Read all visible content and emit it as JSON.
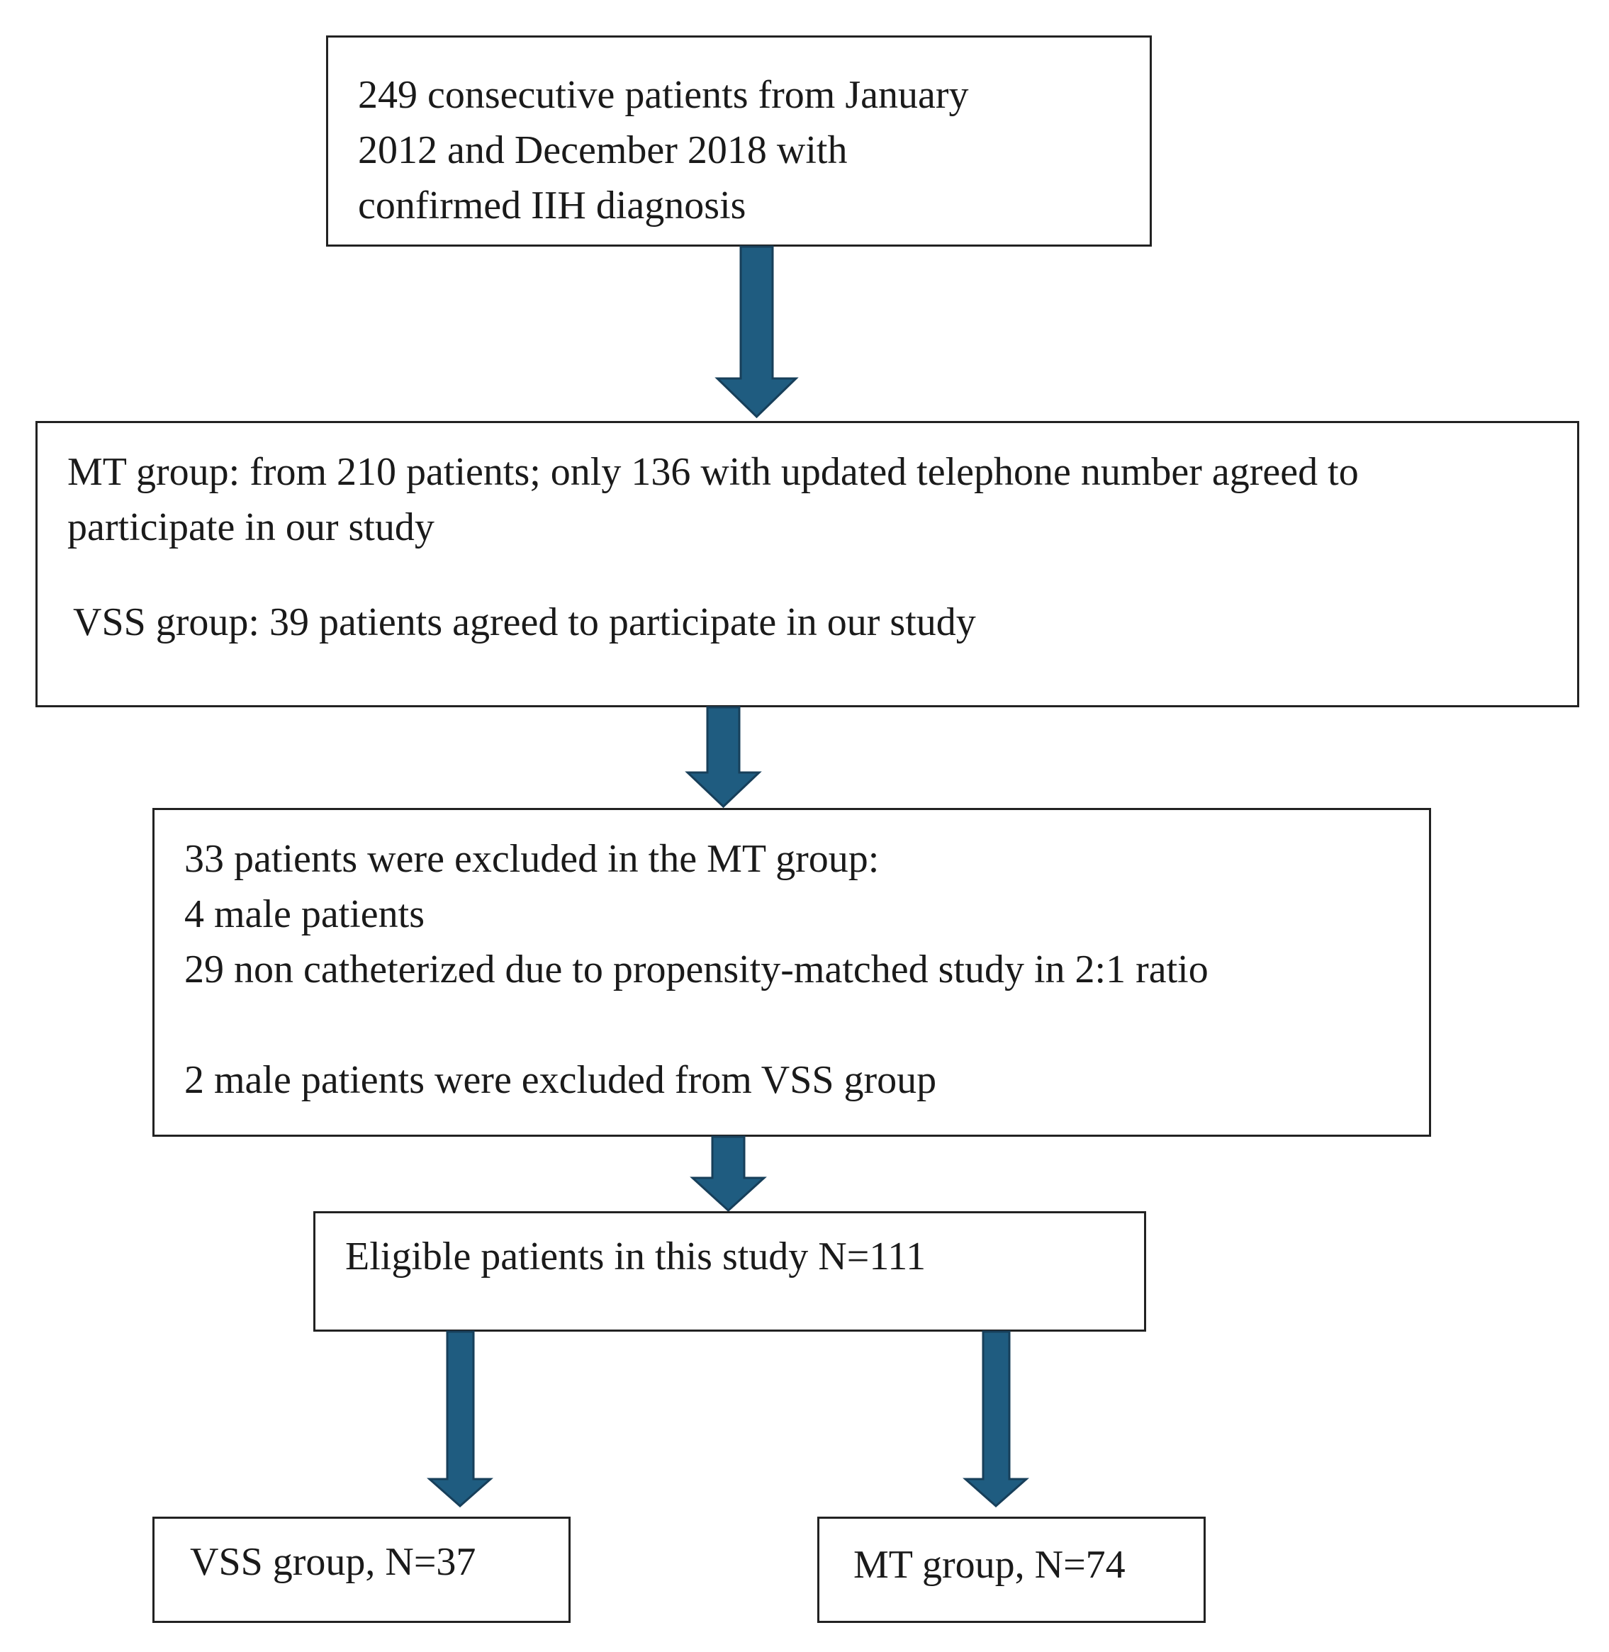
{
  "colors": {
    "arrow_fill": "#1f5c80",
    "arrow_stroke": "#173f5a",
    "box_border": "#222222"
  },
  "flowchart": {
    "box1": {
      "lines": [
        "249 consecutive patients from January",
        "2012 and December 2018 with",
        "confirmed IIH diagnosis"
      ]
    },
    "box2": {
      "mt_lines": [
        "MT group: from 210 patients; only 136 with updated telephone number agreed to",
        "participate in our study"
      ],
      "vss_line": "VSS group: 39 patients agreed to participate in our study"
    },
    "box3": {
      "lines": [
        "33 patients were excluded in the MT group:",
        "4 male patients",
        "29 non catheterized due to propensity-matched study in 2:1 ratio"
      ],
      "vss_line": "2 male patients were excluded from VSS group"
    },
    "box4": {
      "text": "Eligible patients in this study N=111"
    },
    "box5": {
      "text": "VSS group, N=37"
    },
    "box6": {
      "text": "MT group, N=74"
    }
  }
}
